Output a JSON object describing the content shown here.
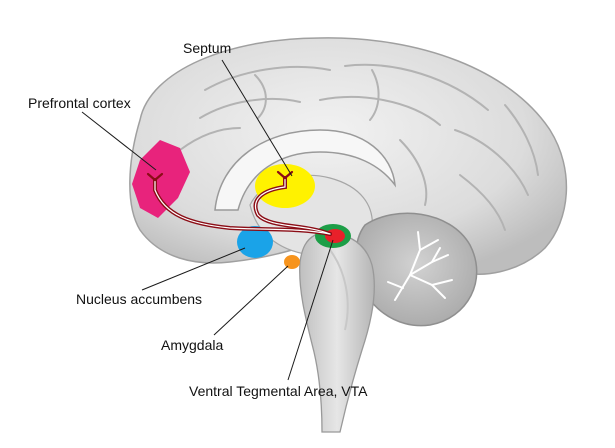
{
  "labels": {
    "septum": "Septum",
    "prefrontal": "Prefrontal cortex",
    "accumbens": "Nucleus accumbens",
    "amygdala": "Amygdala",
    "vta": "Ventral Tegmental Area, VTA"
  },
  "colors": {
    "prefrontal": "#e8237c",
    "septum": "#fff200",
    "accumbens": "#1aa3e8",
    "amygdala": "#f7941d",
    "vta_outer": "#1d9e47",
    "vta_inner": "#e8202a",
    "pathway": "#8b0d16"
  }
}
